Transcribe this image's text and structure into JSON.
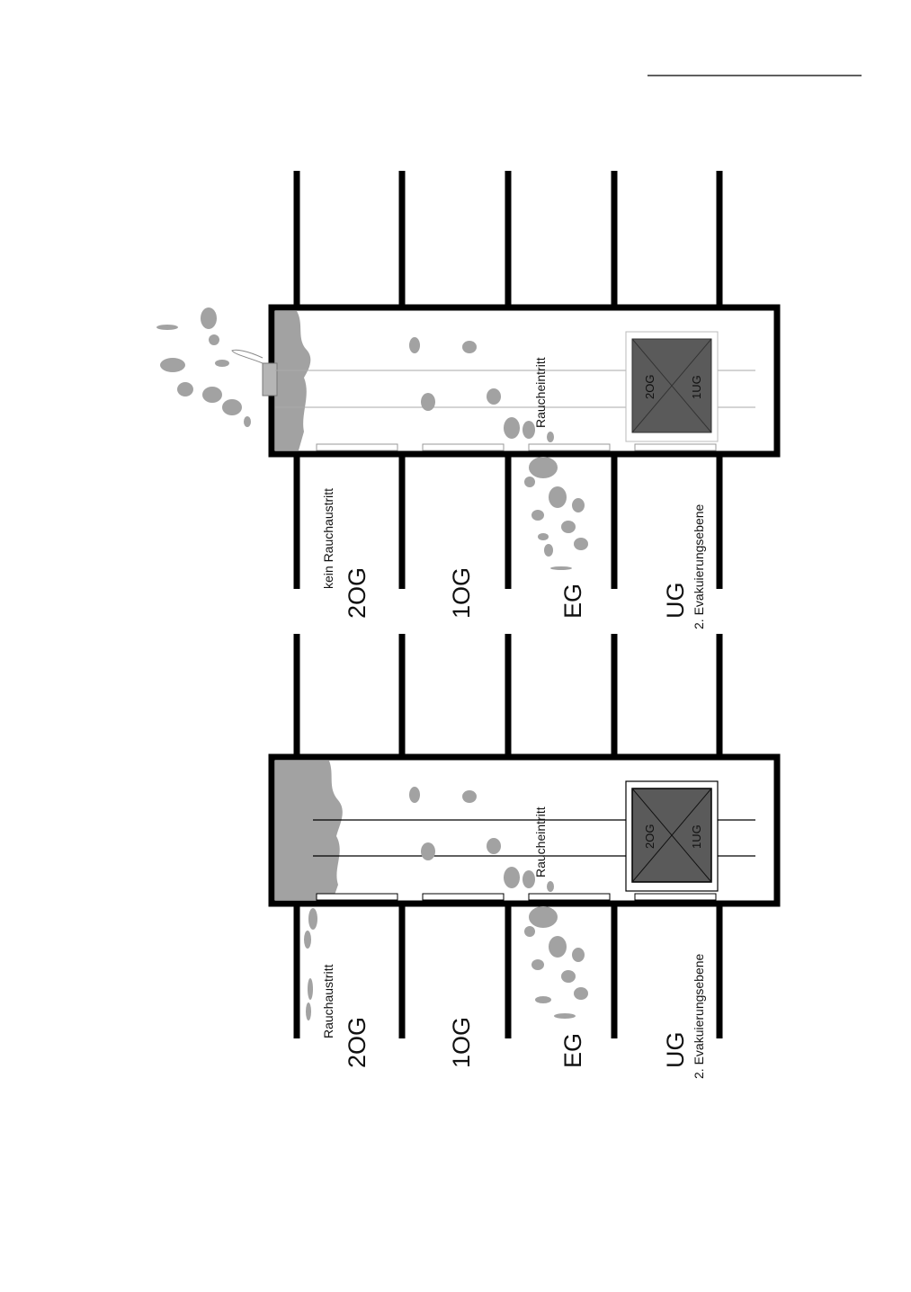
{
  "floors": [
    "2OG",
    "1OG",
    "EG",
    "UG"
  ],
  "evacuation_label": "2. Evakuierungsebene",
  "elevator_car": {
    "upper_label": "2OG",
    "lower_label": "1UG"
  },
  "colors": {
    "wall": "#000000",
    "smoke": "#a2a2a2",
    "car": "#5a5a5a"
  },
  "panels": [
    {
      "id": "bottom",
      "smoke_exit_label": "Rauchaustritt",
      "smoke_entry_label": "Raucheintritt",
      "roof_vent": false
    },
    {
      "id": "top",
      "smoke_exit_label": "kein Rauchaustritt",
      "smoke_entry_label": "Raucheintritt",
      "roof_vent": true
    }
  ]
}
